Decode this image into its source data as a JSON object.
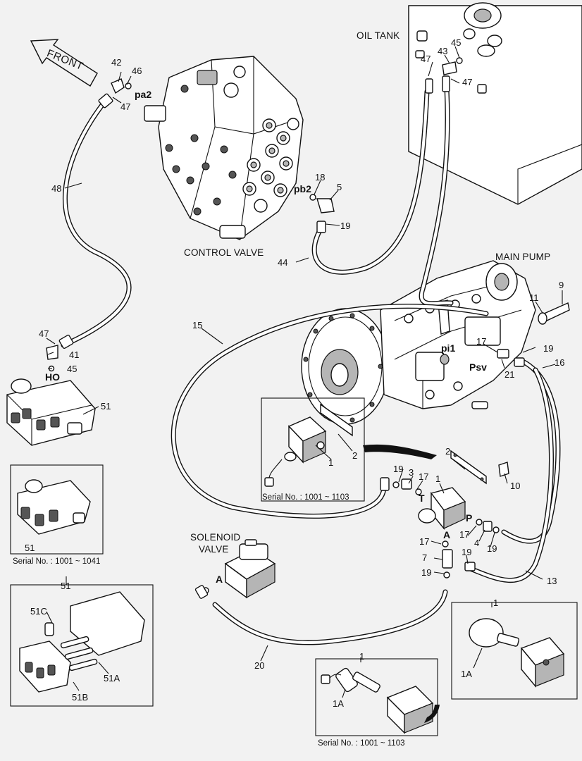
{
  "titles": {
    "oil_tank": "OIL TANK",
    "control_valve": "CONTROL VALVE",
    "main_pump": "MAIN PUMP",
    "solenoid_valve_line1": "SOLENOID",
    "solenoid_valve_line2": "VALVE",
    "front": "FRONT"
  },
  "port_labels": {
    "pa2": "pa2",
    "pb2": "pb2",
    "pi1": "pi1",
    "psv": "Psv",
    "ho": "HO",
    "t": "T",
    "p": "P",
    "a_port": "A",
    "a_solenoid": "A"
  },
  "part_numbers": {
    "n42": "42",
    "n46": "46",
    "n47a": "47",
    "n48": "48",
    "n47b": "47",
    "n41": "41",
    "n45a": "45",
    "n51a": "51",
    "n43": "43",
    "n45b": "45",
    "n47c": "47",
    "n47d": "47",
    "n18": "18",
    "n5": "5",
    "n19a": "19",
    "n44": "44",
    "n9": "9",
    "n11": "11",
    "n17a": "17",
    "n19b": "19",
    "n21": "21",
    "n16": "16",
    "n15": "15",
    "n1a": "1",
    "n2a": "2",
    "n2b": "2",
    "n10": "10",
    "n19c": "19",
    "n3": "3",
    "n17b": "17",
    "n1b": "1",
    "n17c": "17",
    "n4": "4",
    "n19d": "19",
    "n17d": "17",
    "n7": "7",
    "n19e": "19",
    "n19f": "19",
    "n13": "13",
    "n20": "20",
    "n51b": "51",
    "n51c": "51",
    "n51C": "51C",
    "n51A": "51A",
    "n51B": "51B",
    "n1c": "1",
    "n1A_a": "1A",
    "n1d": "1",
    "n1A_b": "1A"
  },
  "serials": {
    "s1": "Serial No. : 1001 ~ 1103",
    "s2": "Serial No. : 1001 ~ 1041",
    "s3": "Serial No. : 1001 ~ 1103"
  },
  "colors": {
    "line": "#111111",
    "paper": "#f2f2f2",
    "part": "#ffffff",
    "shade": "#9a9a9a"
  }
}
